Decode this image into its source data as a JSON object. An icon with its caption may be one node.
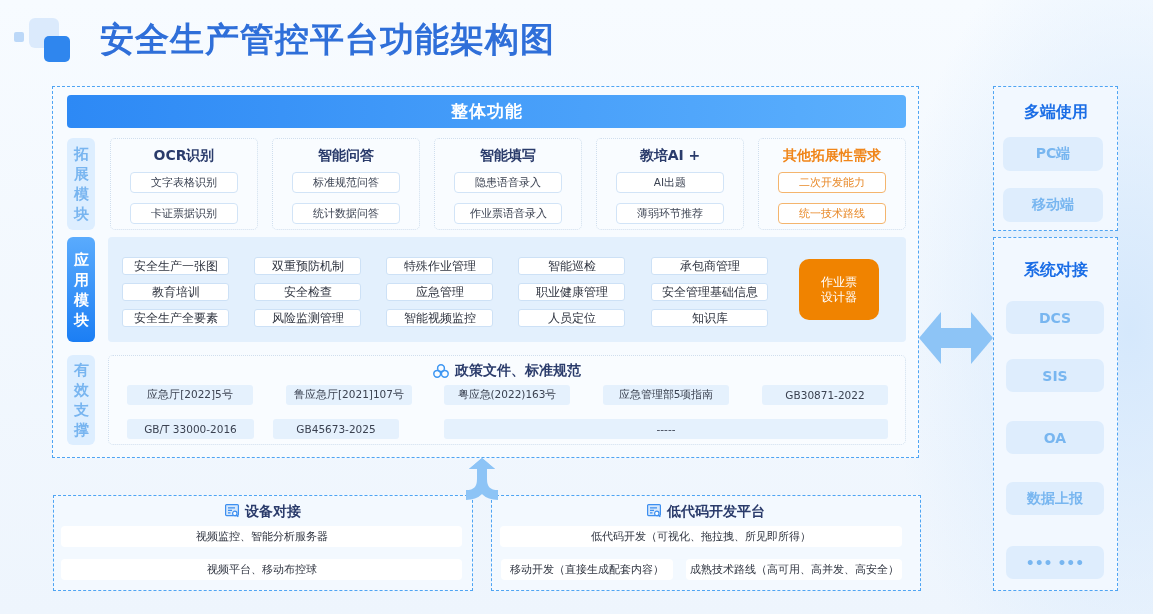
{
  "diagram": {
    "title": "安全生产管控平台功能架构图",
    "nodes": [
      {
        "text": [
          "整体功能"
        ]
      },
      {
        "text": [
          "拓展模块"
        ],
        "in": 0
      },
      {
        "text": [
          "OCR识别"
        ],
        "in": 0
      },
      {
        "text": [
          "文字表格识别"
        ],
        "in": 2
      },
      {
        "text": [
          "卡证票据识别"
        ],
        "in": 2
      },
      {
        "text": [
          "智能问答"
        ],
        "in": 0
      },
      {
        "text": [
          "标准规范问答"
        ],
        "in": 5
      },
      {
        "text": [
          "统计数据问答"
        ],
        "in": 5
      },
      {
        "text": [
          "智能填写"
        ],
        "in": 0
      },
      {
        "text": [
          "隐患语音录入"
        ],
        "in": 8
      },
      {
        "text": [
          "作业票语音录入"
        ],
        "in": 8
      },
      {
        "text": [
          "教培AI +"
        ],
        "in": 0
      },
      {
        "text": [
          "AI出题"
        ],
        "in": 11
      },
      {
        "text": [
          "薄弱环节推荐"
        ],
        "in": 11
      },
      {
        "text": [
          "其他拓展性需求"
        ],
        "in": 0
      },
      {
        "text": [
          "二次开发能力"
        ],
        "in": 14
      },
      {
        "text": [
          "统一技术路线"
        ],
        "in": 14
      },
      {
        "text": [
          "应用模块"
        ],
        "in": 0
      },
      {
        "text": [],
        "shape": "box",
        "in": 0
      },
      {
        "text": [
          "安全生产一张图"
        ],
        "in": 18
      },
      {
        "text": [
          "双重预防机制"
        ],
        "in": 18
      },
      {
        "text": [
          "特殊作业管理"
        ],
        "in": 18
      },
      {
        "text": [
          "智能巡检"
        ],
        "in": 18
      },
      {
        "text": [
          "承包商管理"
        ],
        "in": 18
      },
      {
        "text": [
          "教育培训"
        ],
        "in": 18
      },
      {
        "text": [
          "安全检查"
        ],
        "in": 18
      },
      {
        "text": [
          "应急管理"
        ],
        "in": 18
      },
      {
        "text": [
          "职业健康管理"
        ],
        "in": 18
      },
      {
        "text": [
          "安全管理基础信息"
        ],
        "in": 18
      },
      {
        "text": [
          "安全生产全要素"
        ],
        "in": 18
      },
      {
        "text": [
          "风险监测管理"
        ],
        "in": 18
      },
      {
        "text": [
          "智能视频监控"
        ],
        "in": 18
      },
      {
        "text": [
          "人员定位"
        ],
        "in": 18
      },
      {
        "text": [
          "知识库"
        ],
        "in": 18
      },
      {
        "text": [
          "作业票设计器"
        ],
        "in": 18
      },
      {
        "text": [
          "有效支撑"
        ],
        "in": 0
      },
      {
        "text": [
          "政策文件、标准规范"
        ],
        "in": 0
      },
      {
        "text": [
          "应急厅[2022]5号"
        ],
        "in": 36
      },
      {
        "text": [
          "鲁应急厅[2021]107号"
        ],
        "in": 36
      },
      {
        "text": [
          "粤应急(2022)163号"
        ],
        "in": 36
      },
      {
        "text": [
          "应急管理部5项指南"
        ],
        "in": 36
      },
      {
        "text": [
          "GB30871-2022"
        ],
        "in": 36
      },
      {
        "text": [
          "GB/T 33000-2016"
        ],
        "in": 36
      },
      {
        "text": [
          "GB45673-2025"
        ],
        "in": 36
      },
      {
        "text": [
          "-----"
        ],
        "in": 36
      },
      {
        "text": [
          "多端使用"
        ]
      },
      {
        "text": [
          "PC端"
        ],
        "in": 45
      },
      {
        "text": [
          "移动端"
        ],
        "in": 45
      },
      {
        "text": [
          "系统对接"
        ]
      },
      {
        "text": [
          "DCS"
        ],
        "in": 48
      },
      {
        "text": [
          "SIS"
        ],
        "in": 48
      },
      {
        "text": [
          "OA"
        ],
        "in": 48
      },
      {
        "text": [
          "数据上报"
        ],
        "in": 48
      },
      {
        "text": [
          "••• •••"
        ],
        "in": 48
      },
      {
        "text": [
          "设备对接"
        ]
      },
      {
        "text": [
          "视频监控、智能分析服务器"
        ],
        "in": 54
      },
      {
        "text": [
          "视频平台、移动布控球"
        ],
        "in": 54
      },
      {
        "text": [
          "低代码开发平台"
        ]
      },
      {
        "text": [
          "低代码开发（可视化、拖拉拽、所见即所得）"
        ],
        "in": 57
      },
      {
        "text": [
          "移动开发（直接生成配套内容）"
        ],
        "in": 57
      },
      {
        "text": [
          "成熟技术路线（高可用、高并发、高安全）"
        ],
        "in": 57
      }
    ],
    "edges": [
      {
        "from": 0,
        "to": 48,
        "arrow": "both",
        "style": "thick"
      },
      {
        "from": 54,
        "to": 0,
        "arrow": "to"
      },
      {
        "from": 57,
        "to": 0,
        "arrow": "to"
      }
    ]
  }
}
